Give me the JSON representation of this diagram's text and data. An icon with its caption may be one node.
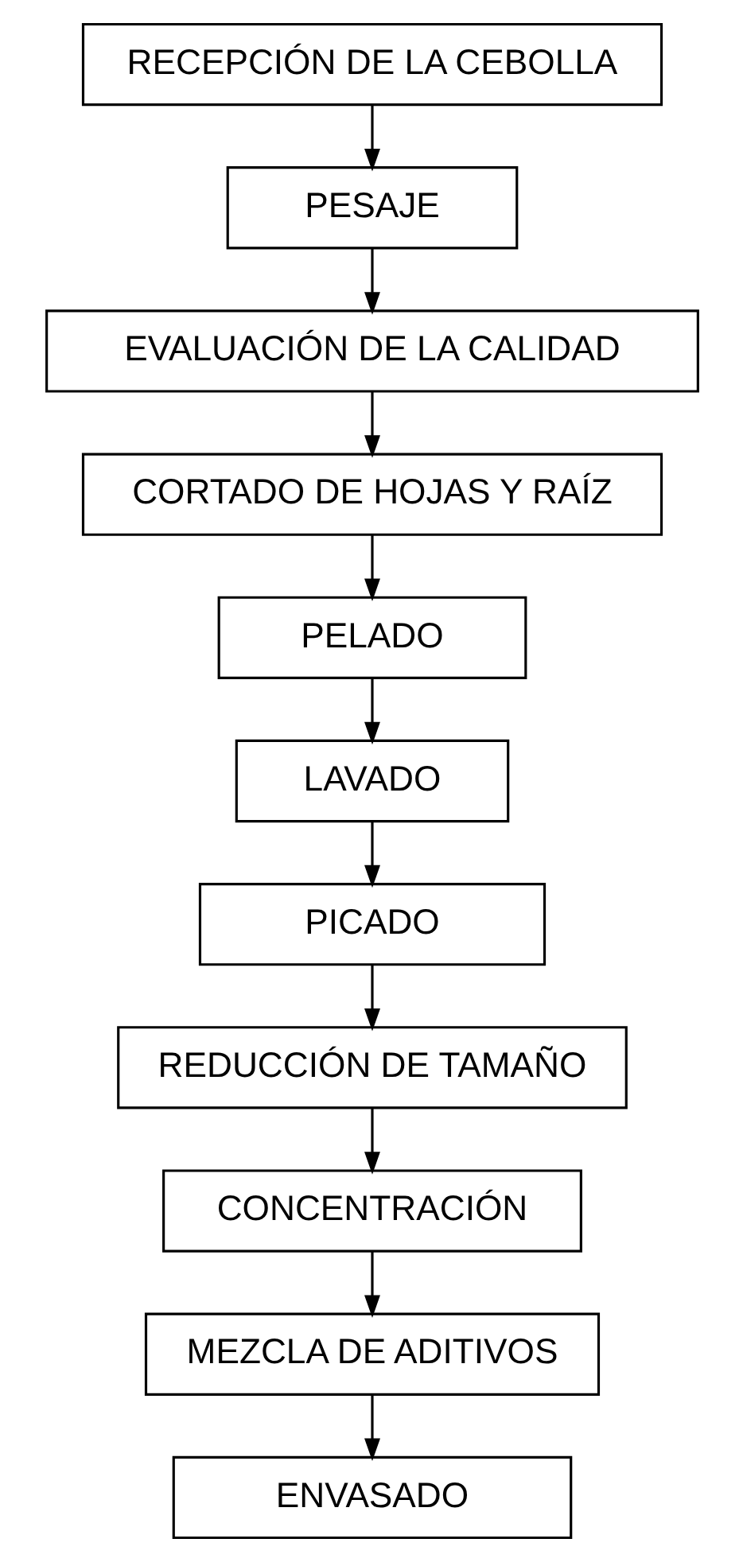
{
  "diagram": {
    "nodes": [
      {
        "text": [
          "RECEPCIÓN DE LA CEBOLLA"
        ]
      },
      {
        "text": [
          "PESAJE"
        ]
      },
      {
        "text": [
          "EVALUACIÓN DE LA CALIDAD"
        ]
      },
      {
        "text": [
          "CORTADO DE HOJAS Y RAÍZ"
        ]
      },
      {
        "text": [
          "PELADO"
        ]
      },
      {
        "text": [
          "LAVADO"
        ]
      },
      {
        "text": [
          "PICADO"
        ]
      },
      {
        "text": [
          "REDUCCIÓN DE TAMAÑO"
        ]
      },
      {
        "text": [
          "CONCENTRACIÓN"
        ]
      },
      {
        "text": [
          "MEZCLA DE ADITIVOS"
        ]
      },
      {
        "text": [
          "ENVASADO"
        ]
      }
    ],
    "edges": [
      {
        "from": 0,
        "to": 1,
        "arrow": "to"
      },
      {
        "from": 1,
        "to": 2,
        "arrow": "to"
      },
      {
        "from": 2,
        "to": 3,
        "arrow": "to"
      },
      {
        "from": 3,
        "to": 4,
        "arrow": "to"
      },
      {
        "from": 4,
        "to": 5,
        "arrow": "to"
      },
      {
        "from": 5,
        "to": 6,
        "arrow": "to"
      },
      {
        "from": 6,
        "to": 7,
        "arrow": "to"
      },
      {
        "from": 7,
        "to": 8,
        "arrow": "to"
      },
      {
        "from": 8,
        "to": 9,
        "arrow": "to"
      },
      {
        "from": 9,
        "to": 10,
        "arrow": "to"
      }
    ]
  }
}
